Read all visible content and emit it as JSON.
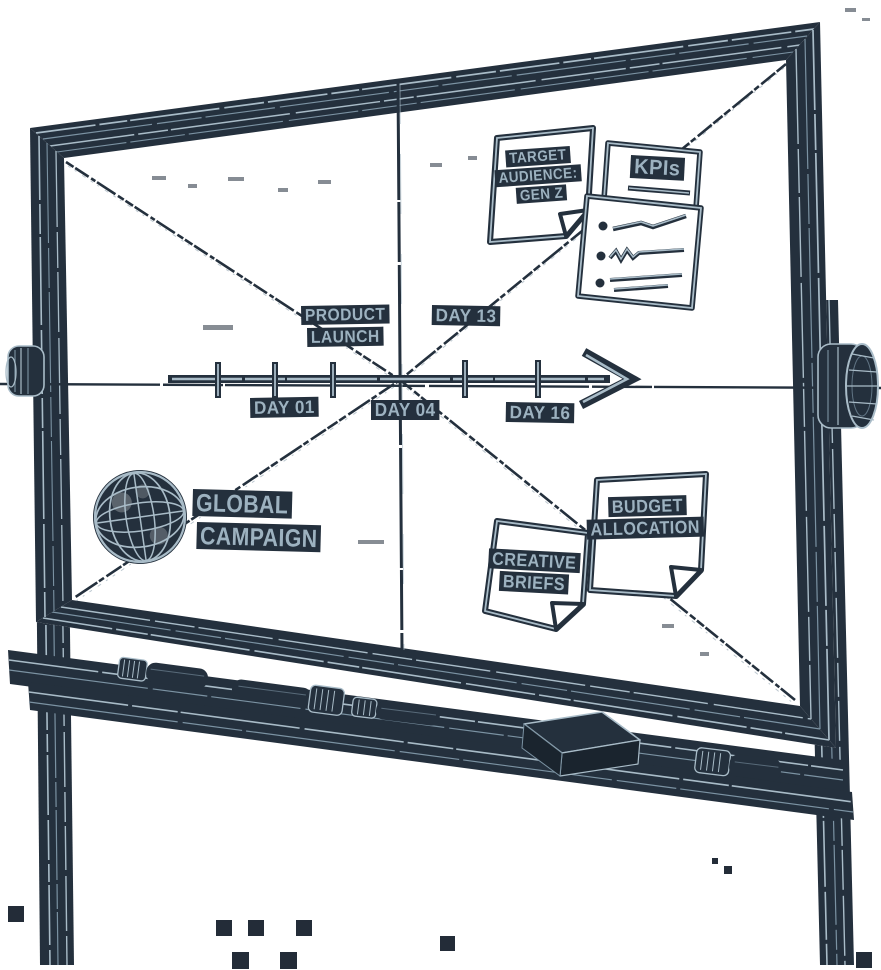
{
  "colors": {
    "ink": "#24303d",
    "ink_deep": "#1a242e",
    "stroke_light": "#a9bcc8",
    "stroke_mid": "#7b92a2",
    "text_light": "#9db2c0",
    "background": "#ffffff"
  },
  "board": {
    "sticky_notes": {
      "target_audience": {
        "line1": "TARGET",
        "line2": "AUDIENCE:",
        "line3": "GEN Z"
      },
      "kpis": {
        "title": "KPIs"
      },
      "creative_briefs": {
        "line1": "CREATIVE",
        "line2": "BRIEFS"
      },
      "budget_allocation": {
        "line1": "BUDGET",
        "line2": "ALLOCATION"
      }
    },
    "timeline": {
      "product_launch": {
        "line1": "PRODUCT",
        "line2": "LAUNCH"
      },
      "day13": "DAY 13",
      "day01": "DAY 01",
      "day04": "DAY 04",
      "day16": "DAY 16"
    },
    "campaign": {
      "line1": "GLOBAL",
      "line2": "CAMPAIGN"
    }
  }
}
